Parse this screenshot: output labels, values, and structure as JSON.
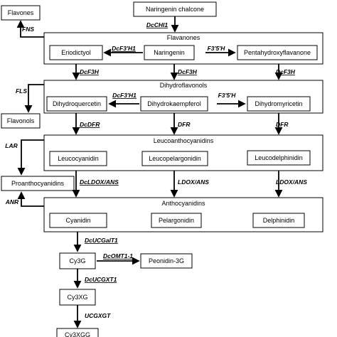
{
  "diagram": {
    "nodes": {
      "naringenin_chalcone": "Naringenin chalcone",
      "flavones": "Flavones",
      "flavanones_title": "Flavanones",
      "eriodictyol": "Eriodictyol",
      "naringenin": "Naringenin",
      "pentahydroxyflavanone": "Pentahydroxyflavanone",
      "dihydroflavonols_title": "Dihydroflavonols",
      "dihydroquercetin": "Dihydroquercetin",
      "dihydrokaempferol": "Dihydrokaempferol",
      "dihydromyricetin": "Dihydromyricetin",
      "flavonols": "Flavonols",
      "leucoanthocyanidins_title": "Leucoanthocyanidins",
      "leucocyanidin": "Leucocyanidin",
      "leucopelargonidin": "Leucopelargonidin",
      "leucodelphinidin": "Leucodelphinidin",
      "proanthocyanidins": "Proanthocyanidins",
      "anthocyanidins_title": "Anthocyanidins",
      "cyanidin": "Cyanidin",
      "pelargonidin": "Pelargonidin",
      "delphinidin": "Delphinidin",
      "cy3g": "Cy3G",
      "peonidin_3g": "Peonidin-3G",
      "cy3xg": "Cy3XG",
      "cy3xgg": "Cy3XGG"
    },
    "enzymes": {
      "dcchi1": "DcCHI1",
      "fns": "FNS",
      "dcf3h1": "DcF3'H1",
      "f35h_1": "F3'5'H",
      "dcf3h_a": "DcF3H",
      "dcf3h_b": "DcF3H",
      "dcf3h_c": "DcF3H",
      "fls": "FLS",
      "dcf3h1_b": "DcF3'H1",
      "f35h_2": "F3'5'H",
      "dcdfr": "DcDFR",
      "dfr_a": "DFR",
      "dfr_b": "DFR",
      "lar": "LAR",
      "dcldox": "DcLDOX/ANS",
      "ldox_a": "LDOX/ANS",
      "ldox_b": "LDOX/ANS",
      "anr": "ANR",
      "dcucgalt1": "DcUCGalT1",
      "dcomt1": "DcOMT1-1",
      "dcucgxt1": "DcUCGXT1",
      "ucgxgt": "UCGXGT"
    }
  }
}
